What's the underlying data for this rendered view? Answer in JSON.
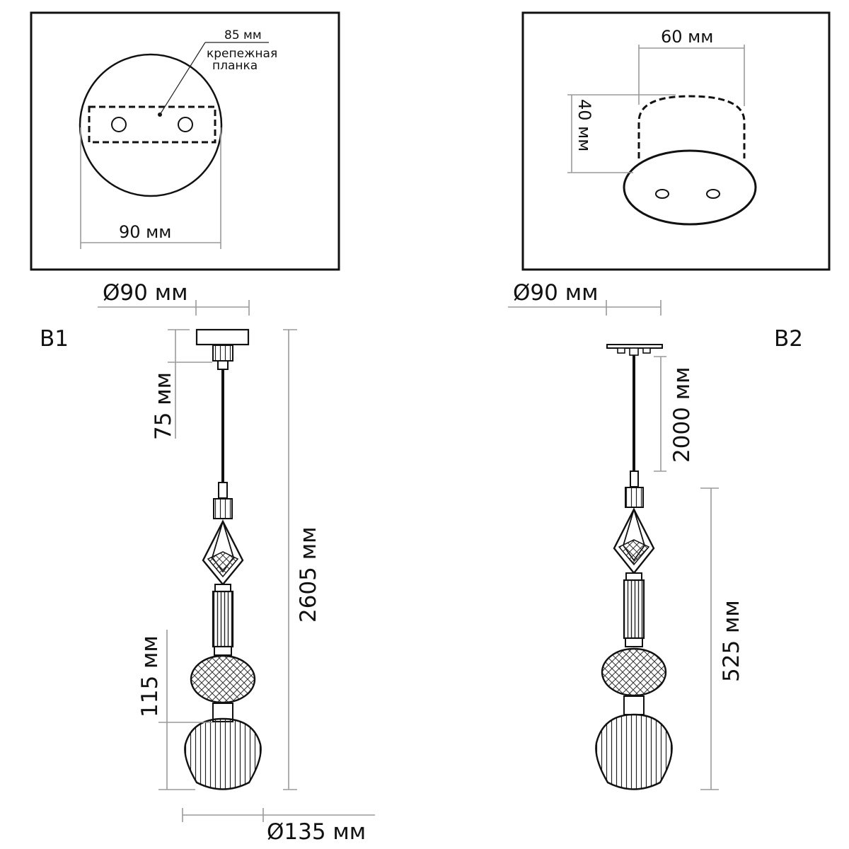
{
  "top_left": {
    "dim_width": "90 мм",
    "dim_plate": "85 мм",
    "plate_label_1": "крепежная",
    "plate_label_2": "планка"
  },
  "top_right": {
    "dim_width": "60 мм",
    "dim_height": "40 мм"
  },
  "variant_b1": {
    "code": "B1",
    "dim_canopy": "Ø90 мм",
    "dim_canopy_height": "75 мм",
    "dim_total": "2605 мм",
    "dim_shade_spacing": "115 мм",
    "dim_shade": "Ø135 мм"
  },
  "variant_b2": {
    "code": "B2",
    "dim_canopy": "Ø90 мм",
    "dim_cable": "2000 мм",
    "dim_body": "525 мм"
  }
}
